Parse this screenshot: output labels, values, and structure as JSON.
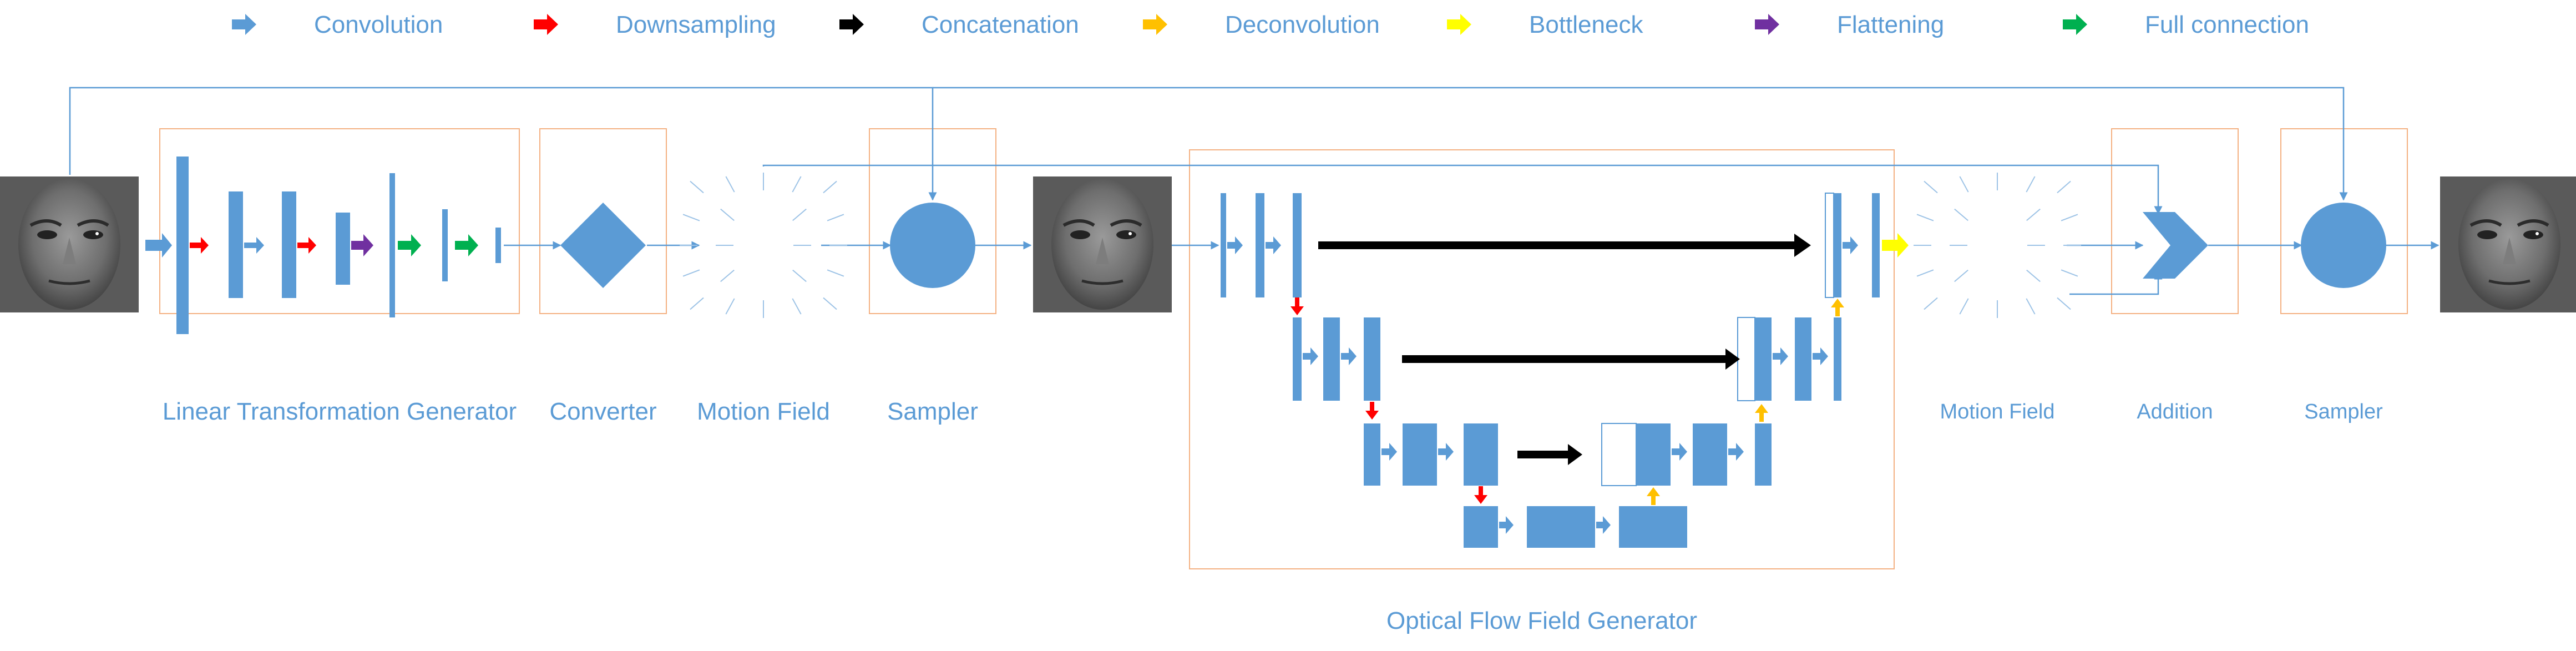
{
  "colors": {
    "primary": "#5b9bd5",
    "box_border": "#f4b183",
    "downsampling": "#ff0000",
    "concatenation": "#000000",
    "deconvolution": "#ffc000",
    "bottleneck": "#ffff00",
    "flattening": "#7030a0",
    "full_connection": "#00b050"
  },
  "legend": [
    {
      "label": "Convolution",
      "color_key": "primary",
      "icon": "convolution-arrow-icon"
    },
    {
      "label": "Downsampling",
      "color_key": "downsampling",
      "icon": "downsampling-arrow-icon"
    },
    {
      "label": "Concatenation",
      "color_key": "concatenation",
      "icon": "concatenation-arrow-icon"
    },
    {
      "label": "Deconvolution",
      "color_key": "deconvolution",
      "icon": "deconvolution-arrow-icon"
    },
    {
      "label": "Bottleneck",
      "color_key": "bottleneck",
      "icon": "bottleneck-arrow-icon"
    },
    {
      "label": "Flattening",
      "color_key": "flattening",
      "icon": "flattening-arrow-icon"
    },
    {
      "label": "Full connection",
      "color_key": "full_connection",
      "icon": "full-connection-arrow-icon"
    }
  ],
  "sections": {
    "linear_transformation_generator": "Linear Transformation Generator",
    "converter": "Converter",
    "motion_field_1": "Motion Field",
    "sampler_1": "Sampler",
    "optical_flow_field_generator": "Optical Flow Field Generator",
    "motion_field_2": "Motion Field",
    "addition": "Addition",
    "sampler_2": "Sampler"
  },
  "images": {
    "input_face": "face-image-icon",
    "warped_face": "face-image-icon",
    "output_face": "face-image-icon"
  }
}
